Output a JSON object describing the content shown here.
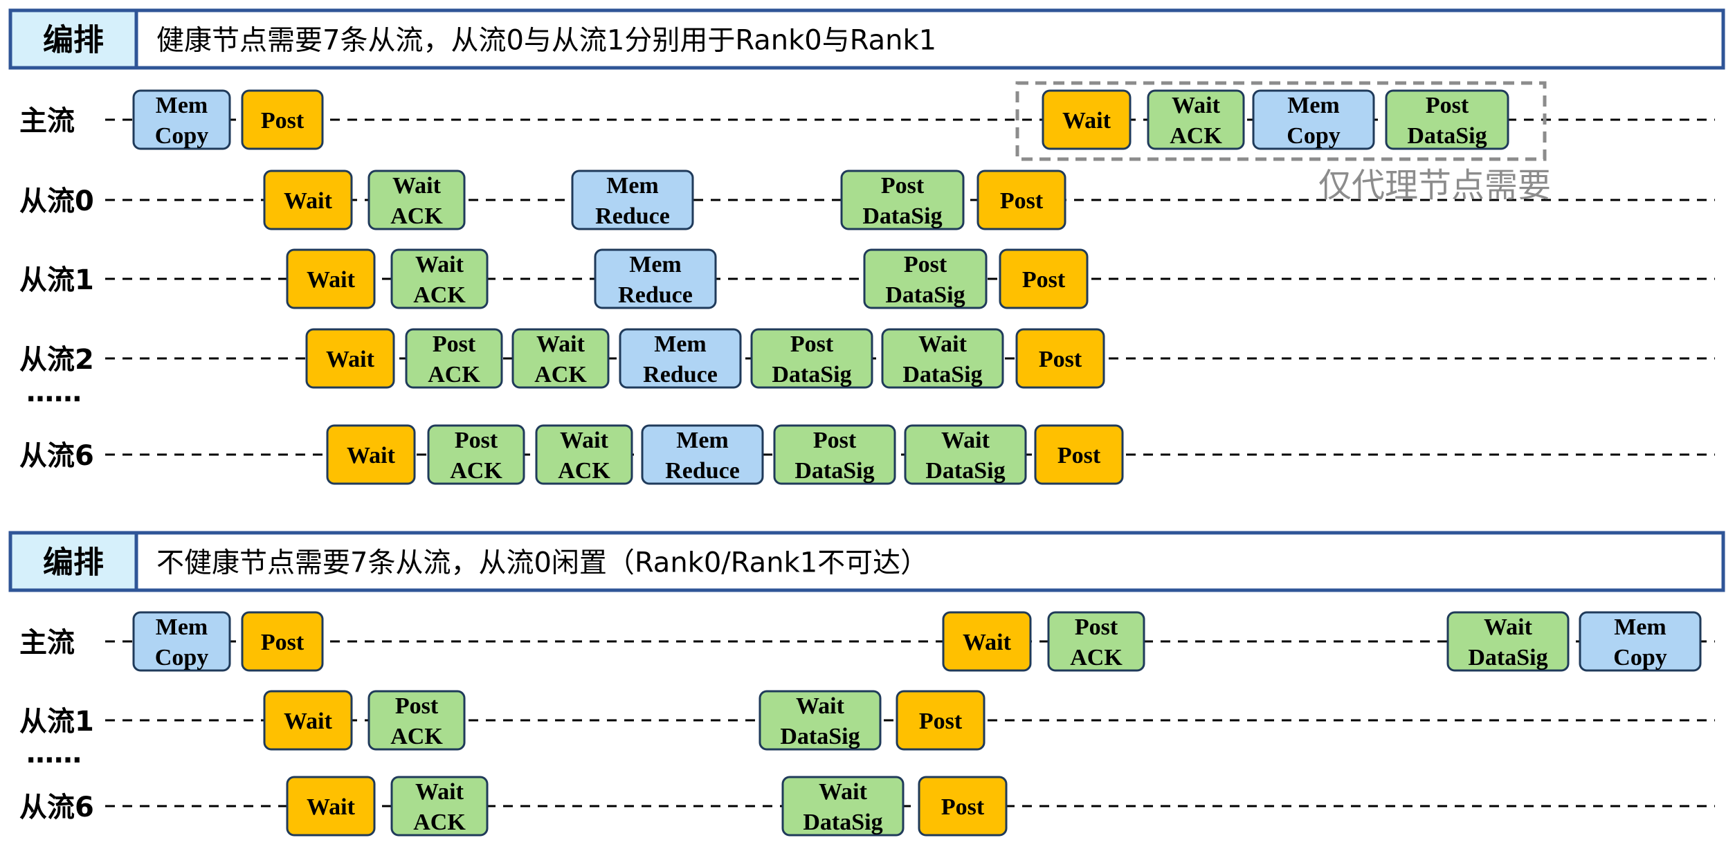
{
  "colors": {
    "header_border": "#2f5597",
    "header_tag_fill": "#d6f0fb",
    "mem": "#afd4f4",
    "post_orange": "#ffc000",
    "green": "#a9dd8f",
    "box_stroke": "#1f3a5a",
    "dash": "#000000",
    "note_box": "#8c8c8c",
    "note_text": "#8c8c8c"
  },
  "sections": [
    {
      "tag": "编排",
      "title": "健康节点需要7条从流，从流0与从流1分别用于Rank0与Rank1",
      "rows": [
        {
          "label": "主流",
          "ops": [
            {
              "kind": "mem",
              "lines": [
                "Mem",
                "Copy"
              ]
            },
            {
              "kind": "post",
              "lines": [
                "Post"
              ]
            },
            {
              "kind": "wait",
              "lines": [
                "Wait"
              ]
            },
            {
              "kind": "green",
              "lines": [
                "Wait",
                "ACK"
              ]
            },
            {
              "kind": "mem",
              "lines": [
                "Mem",
                "Copy"
              ]
            },
            {
              "kind": "green",
              "lines": [
                "Post",
                "DataSig"
              ]
            }
          ]
        },
        {
          "label": "从流0",
          "ops": [
            {
              "kind": "wait",
              "lines": [
                "Wait"
              ]
            },
            {
              "kind": "green",
              "lines": [
                "Wait",
                "ACK"
              ]
            },
            {
              "kind": "mem",
              "lines": [
                "Mem",
                "Reduce"
              ]
            },
            {
              "kind": "green",
              "lines": [
                "Post",
                "DataSig"
              ]
            },
            {
              "kind": "post",
              "lines": [
                "Post"
              ]
            }
          ]
        },
        {
          "label": "从流1",
          "ops": [
            {
              "kind": "wait",
              "lines": [
                "Wait"
              ]
            },
            {
              "kind": "green",
              "lines": [
                "Wait",
                "ACK"
              ]
            },
            {
              "kind": "mem",
              "lines": [
                "Mem",
                "Reduce"
              ]
            },
            {
              "kind": "green",
              "lines": [
                "Post",
                "DataSig"
              ]
            },
            {
              "kind": "post",
              "lines": [
                "Post"
              ]
            }
          ]
        },
        {
          "label": "从流2",
          "ops": [
            {
              "kind": "wait",
              "lines": [
                "Wait"
              ]
            },
            {
              "kind": "green",
              "lines": [
                "Post",
                "ACK"
              ]
            },
            {
              "kind": "green",
              "lines": [
                "Wait",
                "ACK"
              ]
            },
            {
              "kind": "mem",
              "lines": [
                "Mem",
                "Reduce"
              ]
            },
            {
              "kind": "green",
              "lines": [
                "Post",
                "DataSig"
              ]
            },
            {
              "kind": "green",
              "lines": [
                "Wait",
                "DataSig"
              ]
            },
            {
              "kind": "post",
              "lines": [
                "Post"
              ]
            }
          ]
        },
        {
          "label": "从流6",
          "ops": [
            {
              "kind": "wait",
              "lines": [
                "Wait"
              ]
            },
            {
              "kind": "green",
              "lines": [
                "Post",
                "ACK"
              ]
            },
            {
              "kind": "green",
              "lines": [
                "Wait",
                "ACK"
              ]
            },
            {
              "kind": "mem",
              "lines": [
                "Mem",
                "Reduce"
              ]
            },
            {
              "kind": "green",
              "lines": [
                "Post",
                "DataSig"
              ]
            },
            {
              "kind": "green",
              "lines": [
                "Wait",
                "DataSig"
              ]
            },
            {
              "kind": "post",
              "lines": [
                "Post"
              ]
            }
          ]
        }
      ],
      "ellipsis": "……",
      "note": "仅代理节点需要"
    },
    {
      "tag": "编排",
      "title": "不健康节点需要7条从流，从流0闲置（Rank0/Rank1不可达）",
      "rows": [
        {
          "label": "主流",
          "ops": [
            {
              "kind": "mem",
              "lines": [
                "Mem",
                "Copy"
              ]
            },
            {
              "kind": "post",
              "lines": [
                "Post"
              ]
            },
            {
              "kind": "wait",
              "lines": [
                "Wait"
              ]
            },
            {
              "kind": "green",
              "lines": [
                "Post",
                "ACK"
              ]
            },
            {
              "kind": "green",
              "lines": [
                "Wait",
                "DataSig"
              ]
            },
            {
              "kind": "mem",
              "lines": [
                "Mem",
                "Copy"
              ]
            }
          ]
        },
        {
          "label": "从流1",
          "ops": [
            {
              "kind": "wait",
              "lines": [
                "Wait"
              ]
            },
            {
              "kind": "green",
              "lines": [
                "Post",
                "ACK"
              ]
            },
            {
              "kind": "green",
              "lines": [
                "Wait",
                "DataSig"
              ]
            },
            {
              "kind": "post",
              "lines": [
                "Post"
              ]
            }
          ]
        },
        {
          "label": "从流6",
          "ops": [
            {
              "kind": "wait",
              "lines": [
                "Wait"
              ]
            },
            {
              "kind": "green",
              "lines": [
                "Wait",
                "ACK"
              ]
            },
            {
              "kind": "green",
              "lines": [
                "Wait",
                "DataSig"
              ]
            },
            {
              "kind": "post",
              "lines": [
                "Post"
              ]
            }
          ]
        }
      ],
      "ellipsis": "……"
    }
  ]
}
